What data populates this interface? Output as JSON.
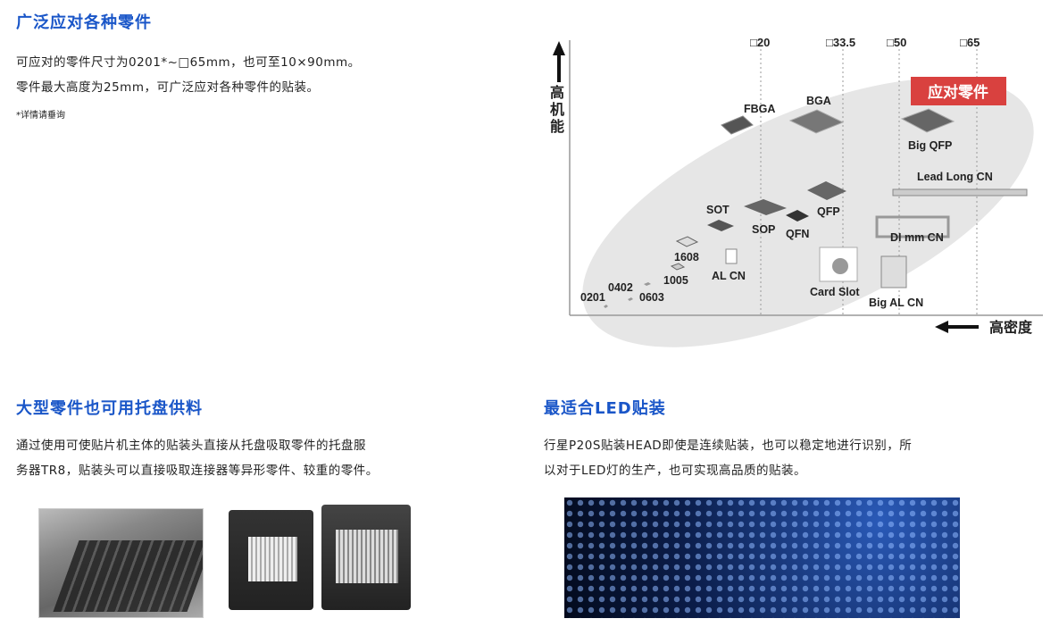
{
  "section1": {
    "title": "广泛应对各种零件",
    "lines": [
      "可应对的零件尺寸为0201*~□65mm，也可至10×90mm。",
      "零件最大高度为25mm，可广泛应对各种零件的贴装。"
    ],
    "note": "*详情请垂询"
  },
  "diagram": {
    "y_axis_label": "高机能",
    "x_axis_label": "高密度",
    "badge": "应对零件",
    "size_ticks": [
      "□20",
      "□33.5",
      "□50",
      "□65"
    ],
    "components": [
      "FBGA",
      "BGA",
      "Big QFP",
      "Lead Long CN",
      "QFP",
      "SOT",
      "SOP",
      "QFN",
      "DI mm CN",
      "1608",
      "AL CN",
      "1005",
      "Card Slot",
      "0402",
      "0603",
      "0201",
      "Big AL CN"
    ],
    "colors": {
      "badge": "#d9413f",
      "ellipse": "#e6e6e6"
    }
  },
  "section2": {
    "title": "大型零件也可用托盘供料",
    "lines": [
      "通过使用可使贴片机主体的贴装头直接从托盘吸取零件的托盘服",
      "务器TR8，贴装头可以直接吸取连接器等异形零件、较重的零件。"
    ]
  },
  "section3": {
    "title": "最适合LED贴装",
    "lines": [
      "行星P20S贴装HEAD即使是连续贴装，也可以稳定地进行识别，所",
      "以对于LED灯的生产，也可实现高品质的贴装。"
    ]
  },
  "colors": {
    "heading": "#1a56c8"
  }
}
